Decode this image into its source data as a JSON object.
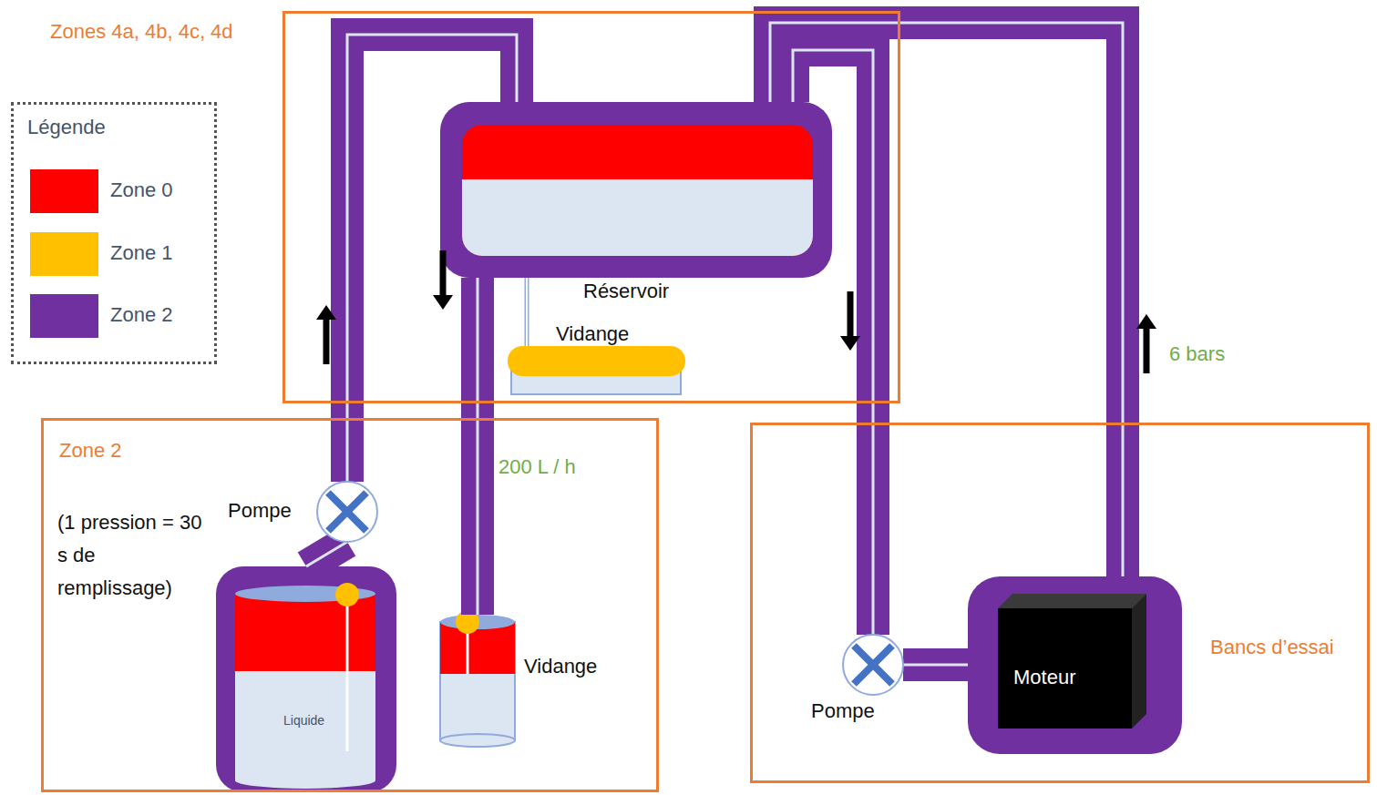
{
  "diagram": {
    "nodes": [
      {
        "text": [
          "Zones 4a, 4b, 4c, 4d"
        ]
      },
      {
        "text": [
          "Réservoir"
        ],
        "in": 0
      },
      {
        "text": [
          "Vidange"
        ],
        "in": 0
      },
      {
        "text": [
          "Zone 2",
          "(1 pression = 30 s de remplissage)"
        ]
      },
      {
        "text": [
          "Pompe"
        ],
        "in": 3
      },
      {
        "text": [
          "Liquide"
        ],
        "in": 3
      },
      {
        "text": [
          "Vidange"
        ],
        "in": 3
      },
      {
        "text": [
          "Bancs d’essai"
        ]
      },
      {
        "text": [
          "Pompe"
        ],
        "in": 7
      },
      {
        "text": [
          "Moteur"
        ],
        "in": 7
      }
    ],
    "edges": [
      {
        "from": 5,
        "to": 4,
        "arrow": "none"
      },
      {
        "from": 4,
        "to": 1,
        "arrow": "to"
      },
      {
        "from": 1,
        "to": 6,
        "label": "200 L / h",
        "arrow": "to"
      },
      {
        "from": 1,
        "to": 2,
        "arrow": "none"
      },
      {
        "from": 1,
        "to": 8,
        "arrow": "to"
      },
      {
        "from": 8,
        "to": 9,
        "arrow": "none"
      },
      {
        "from": 9,
        "to": 1,
        "label": "6 bars",
        "arrow": "to"
      }
    ],
    "labels": [
      "Légende"
    ],
    "legend": [
      {
        "text": "Zone 0",
        "color": "#ff0000"
      },
      {
        "text": "Zone 1",
        "color": "#ffc000"
      },
      {
        "text": "Zone 2",
        "color": "#7030a0"
      }
    ]
  }
}
